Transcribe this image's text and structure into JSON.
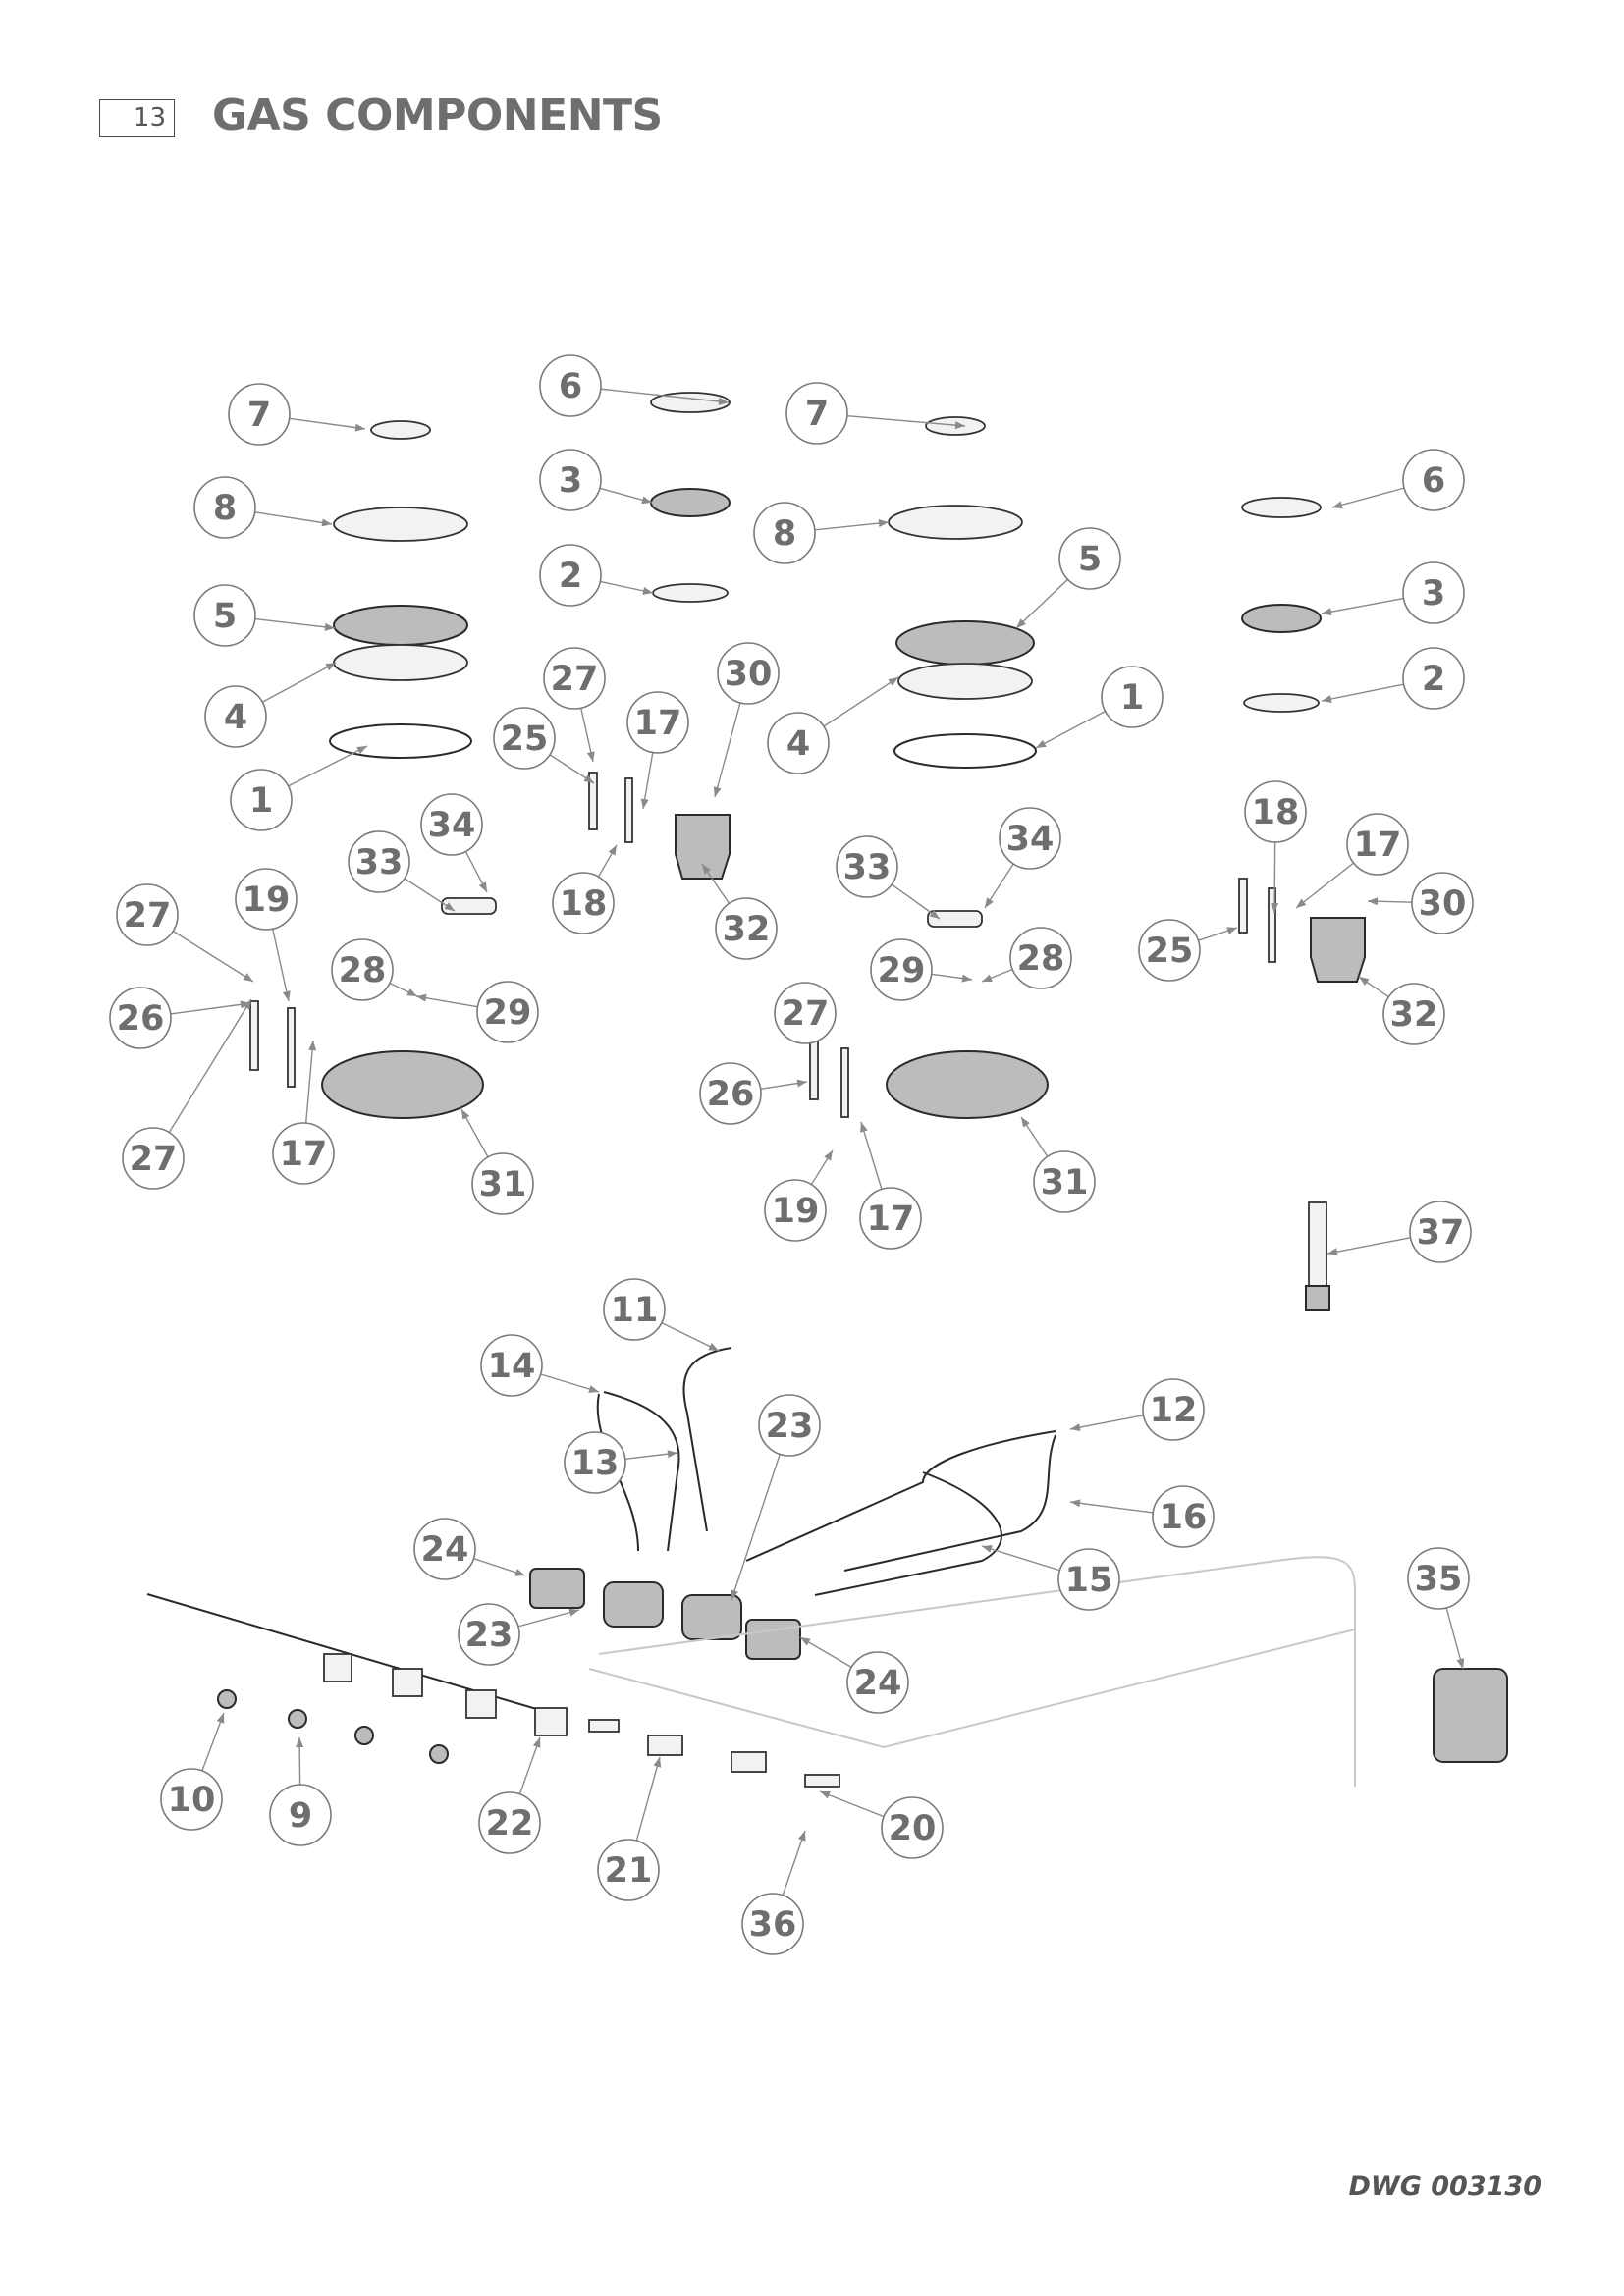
{
  "header": {
    "page_number": "13",
    "title": "GAS COMPONENTS"
  },
  "footer": {
    "drawing_ref": "DWG 003130"
  },
  "callouts": [
    "7",
    "6",
    "7",
    "8",
    "3",
    "6",
    "8",
    "5",
    "2",
    "3",
    "5",
    "27",
    "30",
    "1",
    "2",
    "4",
    "25",
    "17",
    "4",
    "1",
    "34",
    "18",
    "27",
    "33",
    "17",
    "33",
    "34",
    "18",
    "30",
    "27",
    "19",
    "32",
    "25",
    "28",
    "29",
    "28",
    "26",
    "29",
    "27",
    "32",
    "26",
    "17",
    "31",
    "19",
    "17",
    "31",
    "37",
    "11",
    "14",
    "12",
    "23",
    "13",
    "16",
    "24",
    "15",
    "35",
    "23",
    "24",
    "10",
    "9",
    "22",
    "20",
    "21",
    "36"
  ]
}
